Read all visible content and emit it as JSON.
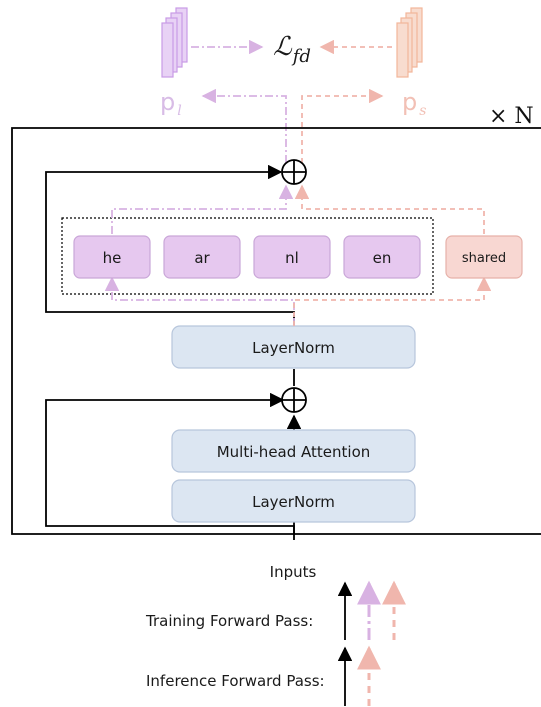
{
  "repeat_label": "× N",
  "loss_label": {
    "main": "ℒ",
    "sub": "fd"
  },
  "prob_lang": {
    "main": "p",
    "sub": "l"
  },
  "prob_shared": {
    "main": "p",
    "sub": "s"
  },
  "blocks": {
    "layernorm_top": "LayerNorm",
    "attention": "Multi-head Attention",
    "layernorm_bottom": "LayerNorm"
  },
  "language_modules": [
    "he",
    "ar",
    "nl",
    "en"
  ],
  "shared_module": "shared",
  "inputs_label": "Inputs",
  "legend": {
    "training": "Training Forward Pass:",
    "inference": "Inference Forward Pass:"
  },
  "colors": {
    "lang_fill": "#e6c8ef",
    "lang_stroke": "#c9a6d8",
    "shared_fill": "#f8d7d2",
    "shared_stroke": "#e6b1a9",
    "block_fill": "#dce6f2",
    "block_stroke": "#b7c6dc",
    "lang_path": "#d8b2e2",
    "shared_path": "#f0b6ad",
    "prob_lang_text": "#d8bce6",
    "prob_shared_text": "#f2c0b5",
    "stack_lang": "#c99be6",
    "stack_shared": "#f2b69a"
  }
}
